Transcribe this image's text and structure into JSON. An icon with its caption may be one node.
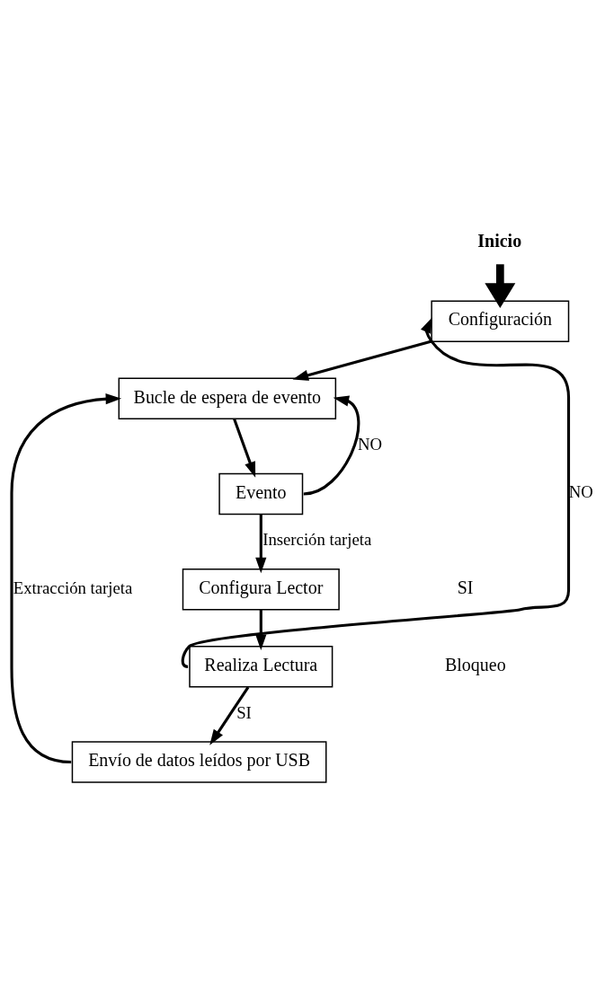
{
  "diagram": {
    "nodes": [
      {
        "text": [
          "Configuración"
        ]
      },
      {
        "text": [
          "Bucle de espera de evento"
        ]
      },
      {
        "text": [
          "Evento"
        ]
      },
      {
        "text": [
          "Configura Lector"
        ]
      },
      {
        "text": [
          "Realiza Lectura"
        ]
      },
      {
        "text": [
          "Envío de datos leídos por USB"
        ]
      },
      {
        "text": [
          "Inicio"
        ]
      }
    ],
    "edges": [
      {
        "from": 6,
        "to": 0,
        "arrow": "to",
        "style": "thick"
      },
      {
        "from": 0,
        "to": 1,
        "arrow": "to"
      },
      {
        "from": 1,
        "to": 2,
        "arrow": "to"
      },
      {
        "from": 2,
        "to": 1,
        "arrow": "to",
        "label": "NO"
      },
      {
        "from": 2,
        "to": 3,
        "arrow": "to",
        "label": "Inserción tarjeta"
      },
      {
        "from": 3,
        "to": 4,
        "arrow": "to"
      },
      {
        "from": 4,
        "to": 0,
        "arrow": "to",
        "label": "NO"
      },
      {
        "from": 4,
        "to": 5,
        "arrow": "to",
        "label": "SI"
      },
      {
        "from": 5,
        "to": 1,
        "arrow": "to",
        "label": "Extracción tarjeta"
      }
    ],
    "labels": [
      "SI",
      "Bloqueo"
    ]
  }
}
